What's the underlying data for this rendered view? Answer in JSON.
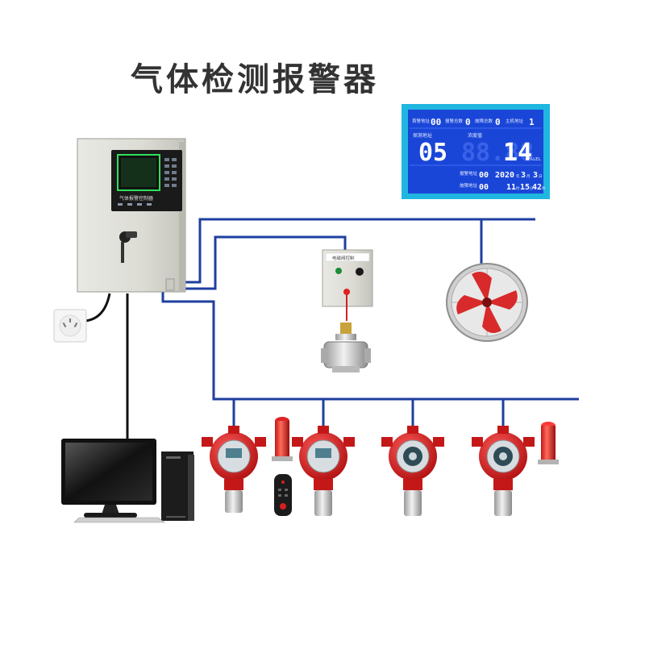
{
  "title": "气体检测报警器",
  "controller": {
    "panel_label": "气体报警控制器"
  },
  "lcd": {
    "top_labels": [
      "首警地址",
      "报警总数",
      "故障总数",
      "主机地址"
    ],
    "top_values": [
      "00",
      "0",
      "0",
      "1"
    ],
    "probe_label": "探测地址",
    "conc_label": "浓度值",
    "probe_value": "05",
    "conc_ghost": "88.88",
    "conc_value": "14",
    "unit": "%LEL",
    "alarm_addr_label": "报警地址",
    "alarm_addr": "00",
    "fault_addr_label": "故障地址",
    "fault_addr": "00",
    "year": "2020",
    "year_unit": "年",
    "month": "3",
    "month_unit": "月",
    "day": "3",
    "day_unit": "日",
    "time_h": "11",
    "time_h_unit": "时",
    "time_m": "15",
    "time_m_unit": "分",
    "time_s": "42",
    "time_s_unit": "秒"
  },
  "valve_box": {
    "label": "电磁阀控制"
  },
  "colors": {
    "wire": "#1f3fa0",
    "detector_red": "#d42020",
    "lcd_blue": "#1a46d8",
    "lcd_frame": "#1fb6e0"
  }
}
